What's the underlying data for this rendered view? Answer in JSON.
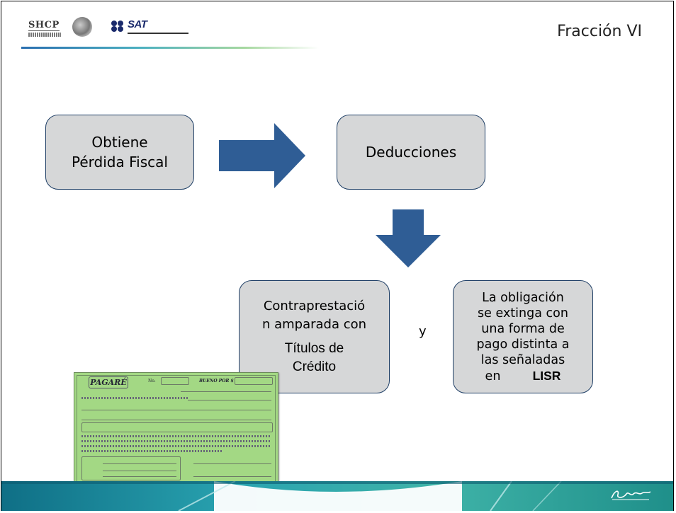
{
  "header": {
    "title": "Fracción VI",
    "logos": {
      "shcp": "SHCP",
      "sat": "SAT"
    }
  },
  "diagram": {
    "box_perdida": {
      "line1": "Obtiene",
      "line2": "Pérdida Fiscal"
    },
    "box_deducciones": {
      "text": "Deducciones"
    },
    "box_contraprestacion": {
      "line1": "Contraprestació",
      "line2": "n amparada con",
      "line3": "Títulos de",
      "line4": "Crédito"
    },
    "connector_y": "y",
    "box_obligacion": {
      "line1": "La obligación",
      "line2": "se extinga con",
      "line3": "una forma de",
      "line4": "pago distinta a",
      "line5": "las señaladas",
      "line6_prefix": "en",
      "line6_bold": "LISR"
    }
  },
  "pagare_image": {
    "title": "PAGARÉ",
    "label_no": "No.",
    "label_bueno": "BUENO POR $"
  },
  "colors": {
    "box_fill": "#d6d7d8",
    "box_border": "#1f3f66",
    "arrow": "#2f5d95",
    "pagare_fill": "#a3d884"
  },
  "icons": {
    "arrow_right": "arrow-right-icon",
    "arrow_down": "arrow-down-icon"
  }
}
